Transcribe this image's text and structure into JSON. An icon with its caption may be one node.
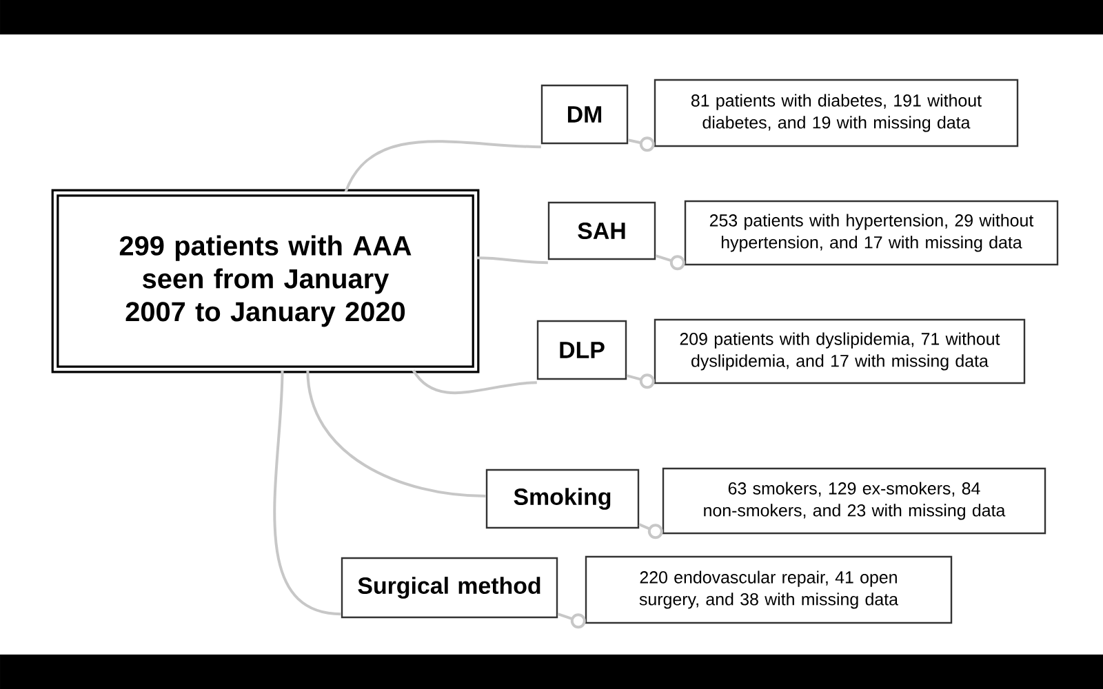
{
  "diagram": {
    "nodes": [
      {
        "text": [
          "299 patients with AAA seen from January 2007 to January 2020"
        ]
      },
      {
        "text": [
          "DM"
        ]
      },
      {
        "text": [
          "81 patients with diabetes, 191 without diabetes, and 19 with missing data"
        ]
      },
      {
        "text": [
          "SAH"
        ]
      },
      {
        "text": [
          "253 patients with hypertension, 29 without hypertension, and 17 with missing data"
        ]
      },
      {
        "text": [
          "DLP"
        ]
      },
      {
        "text": [
          "209 patients with dyslipidemia, 71 without dyslipidemia, and 17 with missing data"
        ]
      },
      {
        "text": [
          "Smoking"
        ]
      },
      {
        "text": [
          "63 smokers, 129 ex-smokers, 84 non-smokers, and 23 with missing data"
        ]
      },
      {
        "text": [
          "Surgical method"
        ]
      },
      {
        "text": [
          "220 endovascular repair, 41 open surgery, and 38 with missing data"
        ]
      }
    ],
    "edges": [
      {
        "from": 0,
        "to": 1,
        "arrow": "none"
      },
      {
        "from": 1,
        "to": 2,
        "arrow": "other"
      },
      {
        "from": 0,
        "to": 3,
        "arrow": "none"
      },
      {
        "from": 3,
        "to": 4,
        "arrow": "other"
      },
      {
        "from": 0,
        "to": 5,
        "arrow": "none"
      },
      {
        "from": 5,
        "to": 6,
        "arrow": "other"
      },
      {
        "from": 0,
        "to": 7,
        "arrow": "none"
      },
      {
        "from": 7,
        "to": 8,
        "arrow": "other"
      },
      {
        "from": 0,
        "to": 9,
        "arrow": "none"
      },
      {
        "from": 9,
        "to": 10,
        "arrow": "other"
      }
    ]
  }
}
